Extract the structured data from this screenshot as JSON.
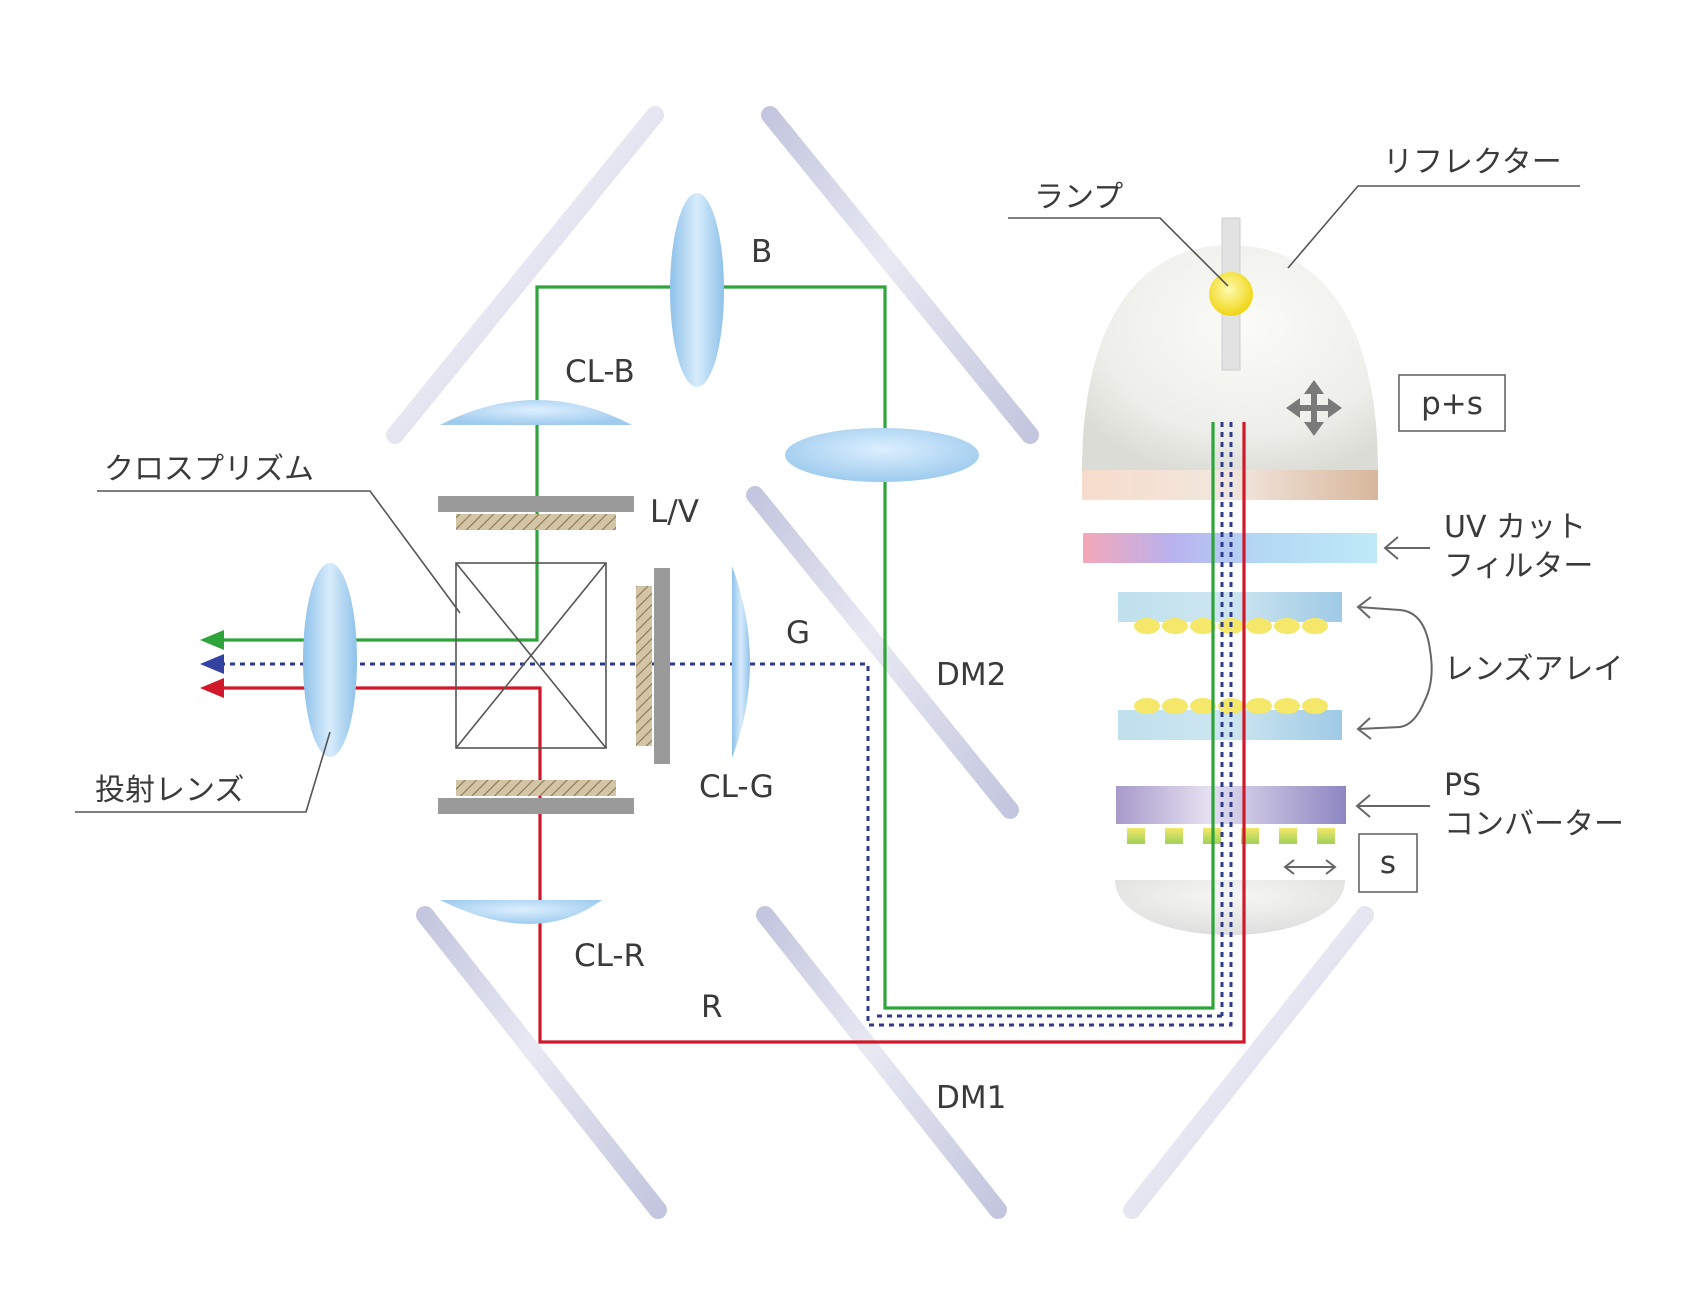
{
  "labels": {
    "b": "B",
    "g": "G",
    "r": "R",
    "cl_b": "CL-B",
    "cl_g": "CL-G",
    "cl_r": "CL-R",
    "lv": "L/V",
    "dm1": "DM1",
    "dm2": "DM2",
    "cross_prism": "クロスプリズム",
    "projection_lens": "投射レンズ",
    "lamp": "ランプ",
    "reflector": "リフレクター",
    "p_s": "p+s",
    "s": "s",
    "uv_filter_line1": "UV カット",
    "uv_filter_line2": "フィルター",
    "lens_array": "レンズアレイ",
    "ps_line1": "PS",
    "ps_line2": "コンバーター"
  },
  "colors": {
    "green_path": "#2fa43a",
    "red_path": "#d0182a",
    "blue_path": "#2e3a8c",
    "mirror": "#c4c8df",
    "lens": "#a9d4ef",
    "panel": "#9a9a9a",
    "leader": "#555555"
  }
}
